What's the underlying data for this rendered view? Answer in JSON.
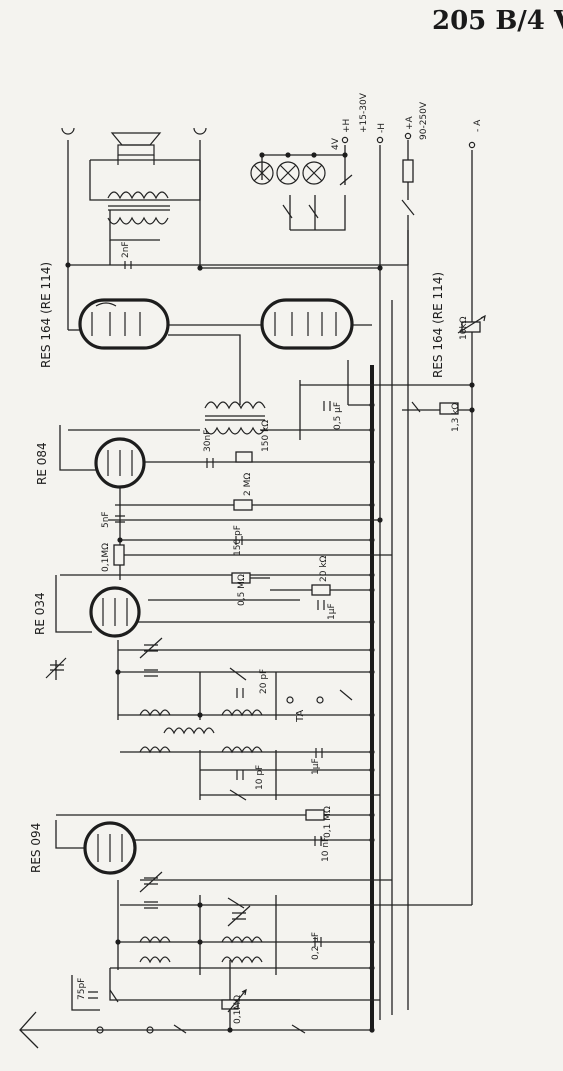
{
  "title": "205 B/4 V",
  "tubes": {
    "res164_a": "RES 164 (RE 114)",
    "res164_b": "RES 164 (RE 114)",
    "re084": "RE 084",
    "re034": "RE 034",
    "res094": "RES 094"
  },
  "supply": {
    "v4": "4V",
    "plus_h": "+H",
    "plus_15_30v": "+15-30V",
    "minus_h": "-H",
    "plus_a": "+A",
    "v90_250": "90-250V",
    "minus_a": "- A"
  },
  "components": {
    "c_2nf": "2nF",
    "r_10k": "10kΩ",
    "r_13k": "1,3 kΩ",
    "c_05uf": "0,5 μF",
    "c_30nf": "30nF",
    "r_150k": "150 kΩ",
    "r_2m": "2 MΩ",
    "c_5nf": "5nF",
    "r_01m_a": "0,1MΩ",
    "c_150pf": "150 pF",
    "r_20k": "20 kΩ",
    "r_05m": "0,5 MΩ",
    "c_1uf_a": "1μF",
    "c_20pf": "20 pF",
    "ta": "TA",
    "c_1uf_b": "1μF",
    "c_10pf": "10 pF",
    "r_01m_b": "0,1 MΩ",
    "c_10nf": "10 nF",
    "c_02uf": "0,2 μF",
    "c_75pf": "75pF",
    "r_01m_c": "0,1MΩ"
  }
}
